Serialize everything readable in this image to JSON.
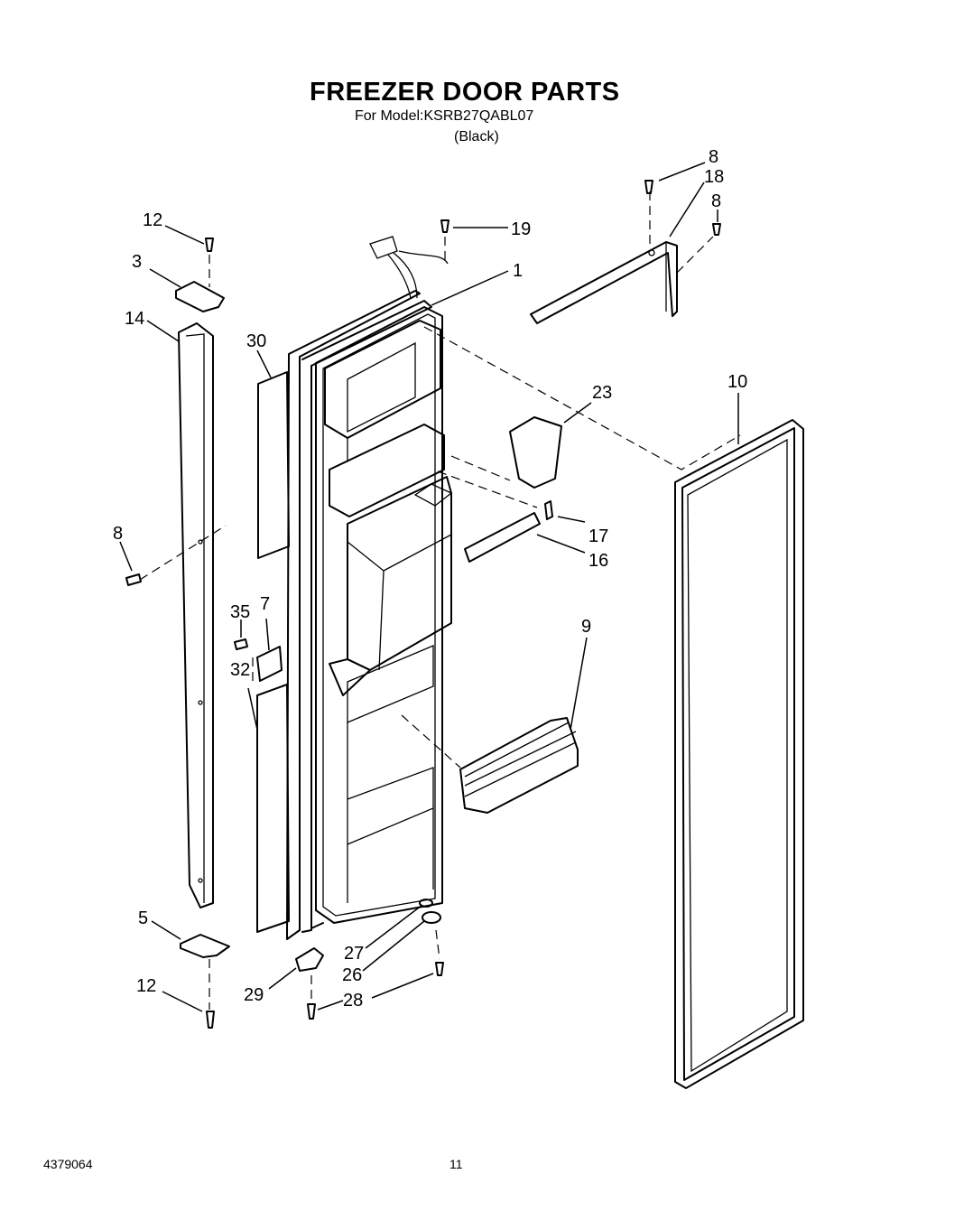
{
  "header": {
    "title": "FREEZER DOOR PARTS",
    "model_line": "For Model:KSRB27QABL07",
    "color_line": "(Black)"
  },
  "footer": {
    "doc_number": "4379064",
    "page_number": "11"
  },
  "callouts": [
    {
      "id": "c8a",
      "label": "8"
    },
    {
      "id": "c18",
      "label": "18"
    },
    {
      "id": "c8b",
      "label": "8"
    },
    {
      "id": "c12a",
      "label": "12"
    },
    {
      "id": "c19",
      "label": "19"
    },
    {
      "id": "c3",
      "label": "3"
    },
    {
      "id": "c1",
      "label": "1"
    },
    {
      "id": "c14",
      "label": "14"
    },
    {
      "id": "c30",
      "label": "30"
    },
    {
      "id": "c10",
      "label": "10"
    },
    {
      "id": "c23",
      "label": "23"
    },
    {
      "id": "c8c",
      "label": "8"
    },
    {
      "id": "c17",
      "label": "17"
    },
    {
      "id": "c16",
      "label": "16"
    },
    {
      "id": "c9",
      "label": "9"
    },
    {
      "id": "c35",
      "label": "35"
    },
    {
      "id": "c7",
      "label": "7"
    },
    {
      "id": "c32",
      "label": "32"
    },
    {
      "id": "c5",
      "label": "5"
    },
    {
      "id": "c27",
      "label": "27"
    },
    {
      "id": "c26",
      "label": "26"
    },
    {
      "id": "c12b",
      "label": "12"
    },
    {
      "id": "c29",
      "label": "29"
    },
    {
      "id": "c28",
      "label": "28"
    }
  ]
}
